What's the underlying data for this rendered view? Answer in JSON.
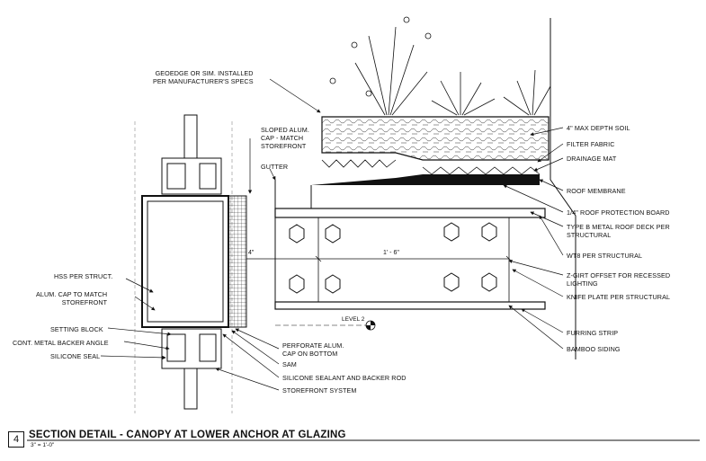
{
  "title": {
    "number": "4",
    "text": "SECTION DETAIL - CANOPY AT LOWER ANCHOR AT GLAZING",
    "scale": "3\" = 1'-0\""
  },
  "labels_left": {
    "geoedge": "GEOEDGE OR SIM. INSTALLED\nPER MANUFACTURER'S SPECS",
    "sloped_cap": "SLOPED ALUM.\nCAP - MATCH\nSTOREFRONT",
    "gutter": "GUTTER",
    "hss": "HSS PER STRUCT.",
    "alum_cap": "ALUM. CAP TO MATCH\nSTOREFRONT",
    "setting_block": "SETTING BLOCK",
    "backer_angle": "CONT. METAL BACKER ANGLE",
    "silicone_seal": "SILICONE SEAL"
  },
  "labels_bottom": {
    "perforate": "PERFORATE ALUM.\nCAP ON BOTTOM",
    "sam": "SAM",
    "sealant": "SILICONE SEALANT AND BACKER ROD",
    "storefront": "STOREFRONT SYSTEM"
  },
  "labels_right": {
    "soil": "4\" MAX DEPTH SOIL",
    "filter": "FILTER FABRIC",
    "drainage": "DRAINAGE MAT",
    "membrane": "ROOF MEMBRANE",
    "protection": "1/4\" ROOF PROTECTION BOARD",
    "deck": "TYPE B METAL ROOF DECK PER\nSTRUCTURAL",
    "wt8": "WT8 PER STRUCTURAL",
    "zgirt": "Z-GIRT OFFSET FOR RECESSED\nLIGHTING",
    "knife": "KNIFE PLATE PER STRUCTURAL",
    "furring": "FURRING STRIP",
    "bamboo": "BAMBOO SIDING"
  },
  "dimensions": {
    "span": "1' - 6\"",
    "small": "4\"",
    "level": "LEVEL 2"
  }
}
